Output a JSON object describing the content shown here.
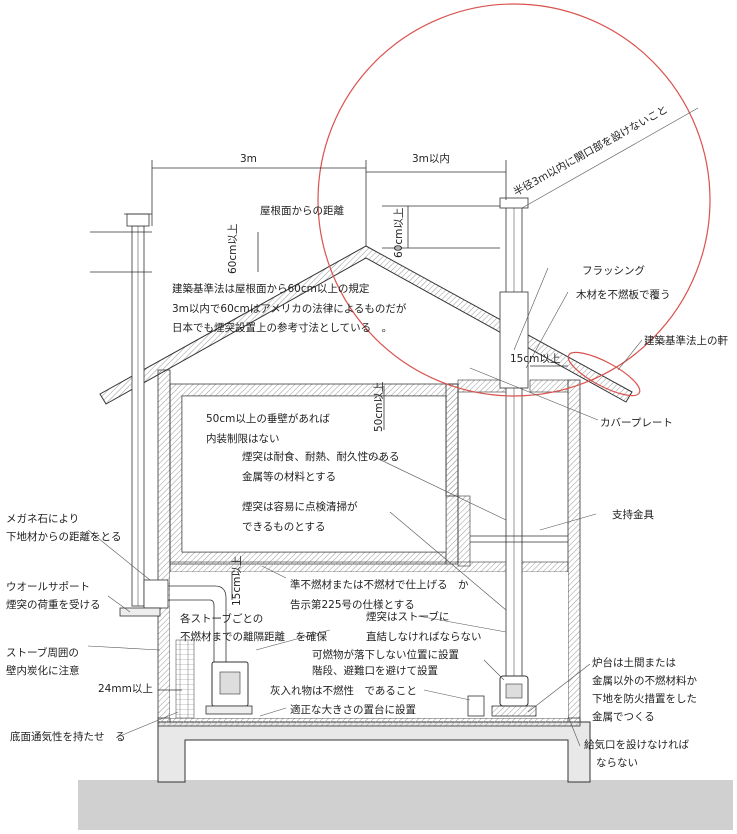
{
  "dimensions": {
    "left_3m": "3m",
    "right_3m": "3m以内",
    "roof_distance": "屋根面からの距離",
    "left_60cm": "60cm以上",
    "right_60cm": "60cm以上",
    "eave_15cm": "15cm以上",
    "wall_50cm": "50cm以上",
    "ceiling_15cm": "15cm以上",
    "gap_24mm": "24mm以上",
    "radius_note": "半径3m以内に開口部を設けないこと"
  },
  "notes": {
    "building_code": [
      "建築基準法は屋根面から60cm以上の規定",
      "3m以内で60cmはアメリカの法律によるものだが",
      "日本でも煙突設置上の参考寸法としている　。"
    ],
    "hanging_wall": [
      "50cm以上の垂壁があれば",
      "内装制限はない"
    ],
    "chimney_material": [
      "煙突は耐食、耐熱、耐久性のある",
      "金属等の材料とする"
    ],
    "chimney_cleaning": [
      "煙突は容易に点検清掃が",
      "できるものとする"
    ],
    "semi_noncombustible": [
      "準不燃材または不燃材で仕上げる　か",
      "告示第225号の仕様とする"
    ],
    "stove_clearance": [
      "各ストーブごとの",
      "不燃材までの離隔距離　を確保"
    ],
    "direct_connect": [
      "煙突はストーブに",
      "直結しなければならない"
    ],
    "placement": [
      "可燃物が落下しない位置に設置",
      "階段、避難口を避けて設置"
    ],
    "ash_container": "灰入れ物は不燃性　であること",
    "hearth_plate": "適正な大きさの置台に設置",
    "floor_vent": "底面通気性を持たせ　る"
  },
  "left_labels": {
    "megane": [
      "メガネ石により",
      "下地材からの距離をとる"
    ],
    "wall_support": [
      "ウオールサポート",
      "煙突の荷重を受ける"
    ],
    "carbonization": [
      "ストーブ周囲の",
      "壁内炭化に注意"
    ]
  },
  "right_labels": {
    "flashing": "フラッシング",
    "noncombustible_cover": "木材を不燃板で覆う",
    "eave": "建築基準法上の軒",
    "cover_plate": "カバープレート",
    "support_bracket": "支持金具",
    "hearth": [
      "炉台は土間または",
      "金属以外の不燃材料か",
      "下地を防火措置をした",
      "金属でつくる"
    ],
    "air_inlet": [
      "給気口を設けなければ",
      "ならない"
    ]
  },
  "colors": {
    "circle": "#d9534f",
    "ground": "#d0d0d0",
    "hatch": "#888888"
  }
}
